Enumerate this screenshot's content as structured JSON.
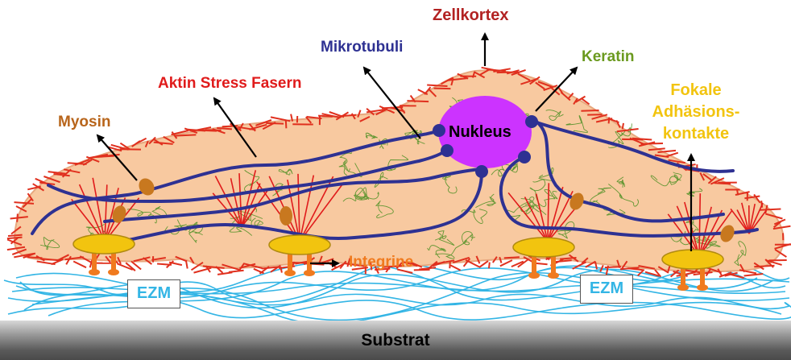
{
  "labels": {
    "zellkortex": "Zellkortex",
    "mikrotubuli": "Mikrotubuli",
    "keratin": "Keratin",
    "aktin": "Aktin Stress Fasern",
    "myosin": "Myosin",
    "nukleus": "Nukleus",
    "fokale": "Fokale Adhäsions- kontakte",
    "integrine": "Integrine",
    "ezm": "EZM",
    "substrat": "Substrat"
  },
  "colors": {
    "zellkortex": "#b22222",
    "mikrotubuli": "#2e3192",
    "keratin": "#6b9a1f",
    "aktin": "#e01b1b",
    "myosin": "#b8651b",
    "fokale": "#f2c40f",
    "integrine": "#f07a1e",
    "ezm": "#33b5e5",
    "nucleus_fill": "#cc33ff",
    "cell_fill": "#f8c9a0"
  }
}
